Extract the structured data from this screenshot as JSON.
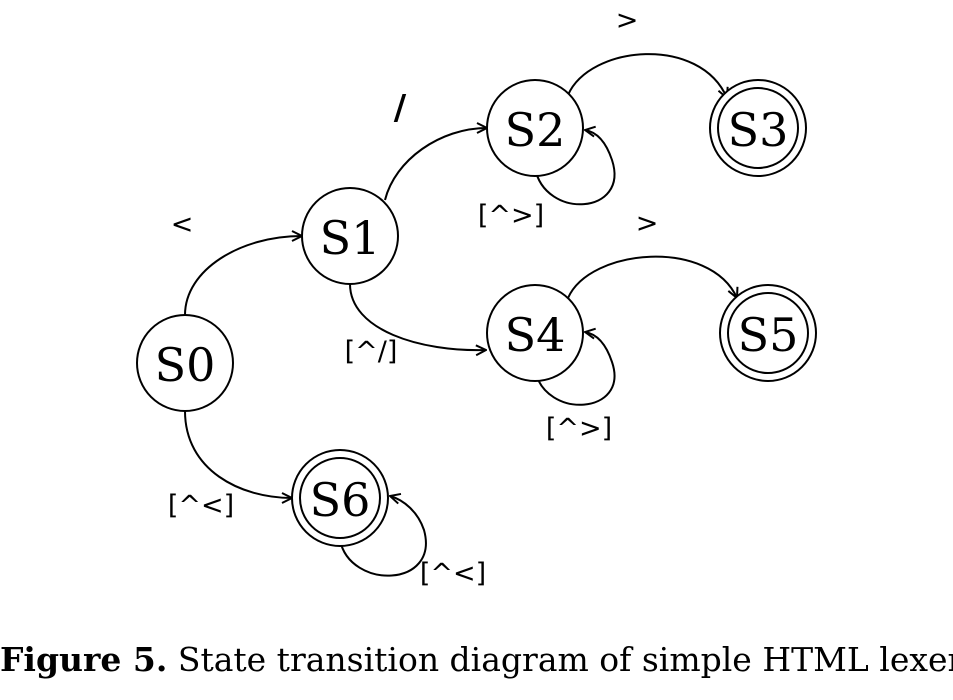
{
  "states": [
    {
      "id": "S0",
      "label": "S0",
      "accepting": false
    },
    {
      "id": "S1",
      "label": "S1",
      "accepting": false
    },
    {
      "id": "S2",
      "label": "S2",
      "accepting": false
    },
    {
      "id": "S3",
      "label": "S3",
      "accepting": true
    },
    {
      "id": "S4",
      "label": "S4",
      "accepting": false
    },
    {
      "id": "S5",
      "label": "S5",
      "accepting": true
    },
    {
      "id": "S6",
      "label": "S6",
      "accepting": true
    }
  ],
  "transitions": [
    {
      "from": "S0",
      "to": "S1",
      "label": "<"
    },
    {
      "from": "S1",
      "to": "S2",
      "label": "/"
    },
    {
      "from": "S2",
      "to": "S3",
      "label": ">"
    },
    {
      "from": "S2",
      "to": "S2",
      "label": "[^>]"
    },
    {
      "from": "S1",
      "to": "S4",
      "label": "[^/]"
    },
    {
      "from": "S4",
      "to": "S5",
      "label": ">"
    },
    {
      "from": "S4",
      "to": "S4",
      "label": "[^>]"
    },
    {
      "from": "S0",
      "to": "S6",
      "label": "[^<]"
    },
    {
      "from": "S6",
      "to": "S6",
      "label": "[^<]"
    }
  ],
  "caption": {
    "prefix": "Figure 5.",
    "text": "State transition diagram of simple HTML lexer"
  }
}
